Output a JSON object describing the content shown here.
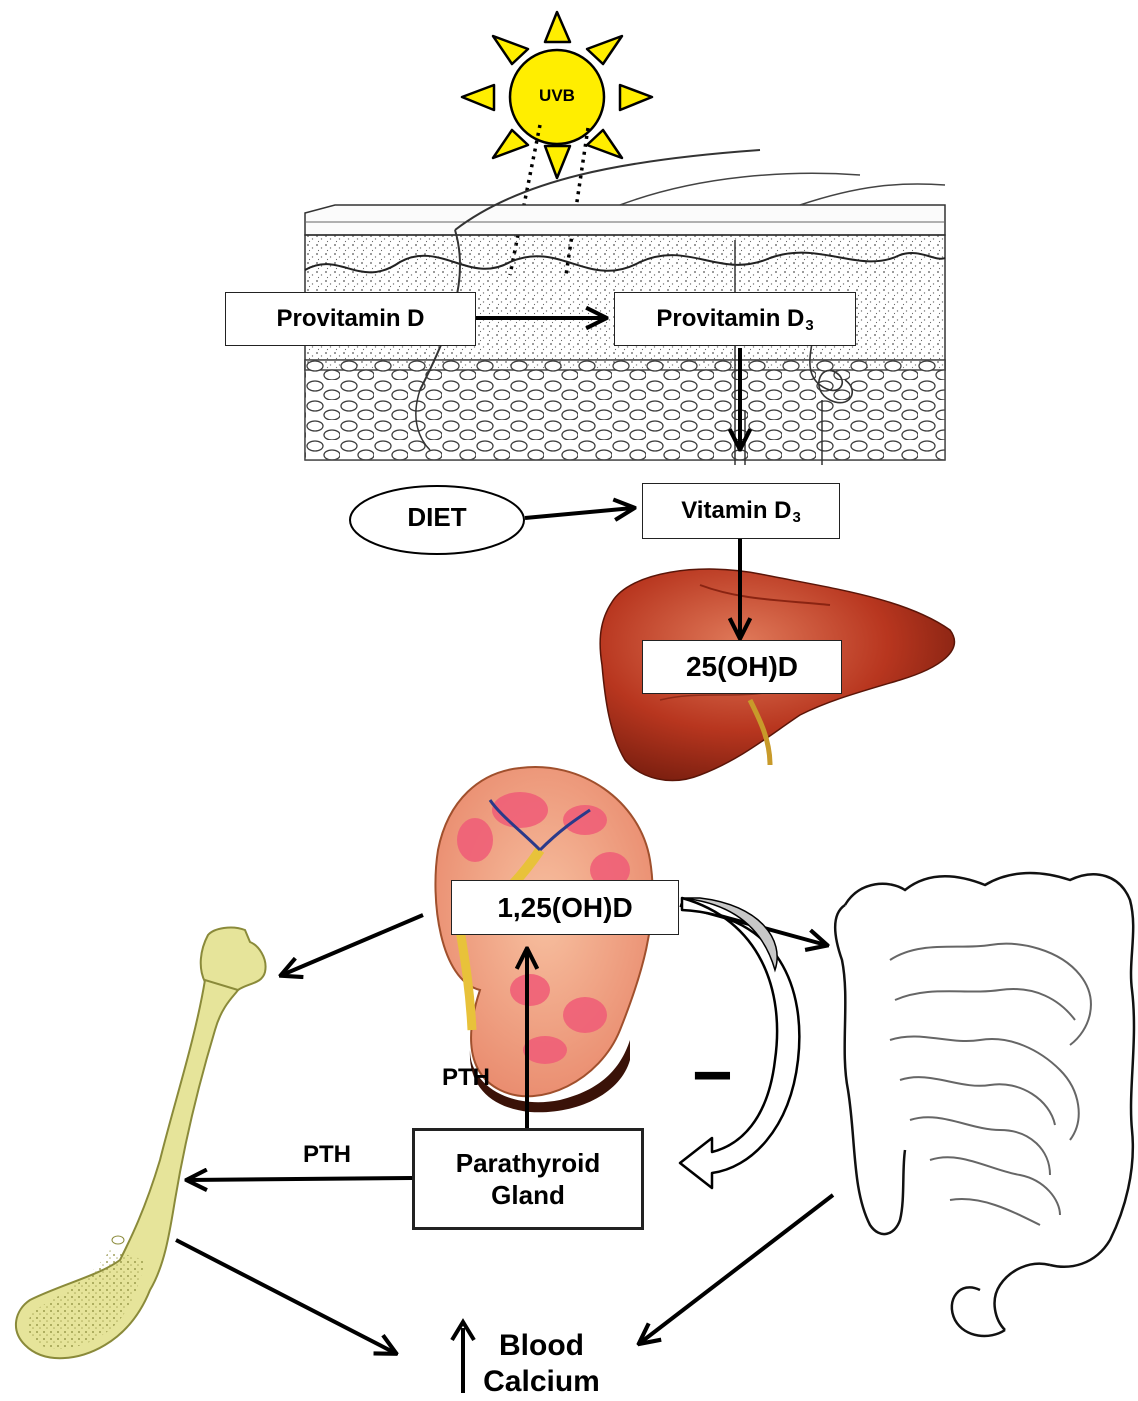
{
  "sun": {
    "label": "UVB"
  },
  "nodes": {
    "provitamin_d": "Provitamin D",
    "provitamin_d3": {
      "text": "Provitamin D",
      "sub": "3"
    },
    "diet": "DIET",
    "vitamin_d3": {
      "text": "Vitamin D",
      "sub": "3"
    },
    "calcidiol": "25(OH)D",
    "calcitriol": "1,25(OH)D",
    "parathyroid": {
      "line1": "Parathyroid",
      "line2": "Gland"
    },
    "blood_calcium": {
      "arrow": "↑",
      "line1": "Blood",
      "line2": "Calcium"
    }
  },
  "edge_labels": {
    "pth_kidney": "PTH",
    "pth_bone": "PTH",
    "inhibition": "−"
  },
  "colors": {
    "sun_fill": "#ffee00",
    "liver": "#b8361f",
    "kidney_cortex": "#f3a98c",
    "kidney_pink": "#f06078",
    "bone": "#e6e49a",
    "bone_outline": "#8a8a3a",
    "intestine_outline": "#1a1a1a"
  }
}
